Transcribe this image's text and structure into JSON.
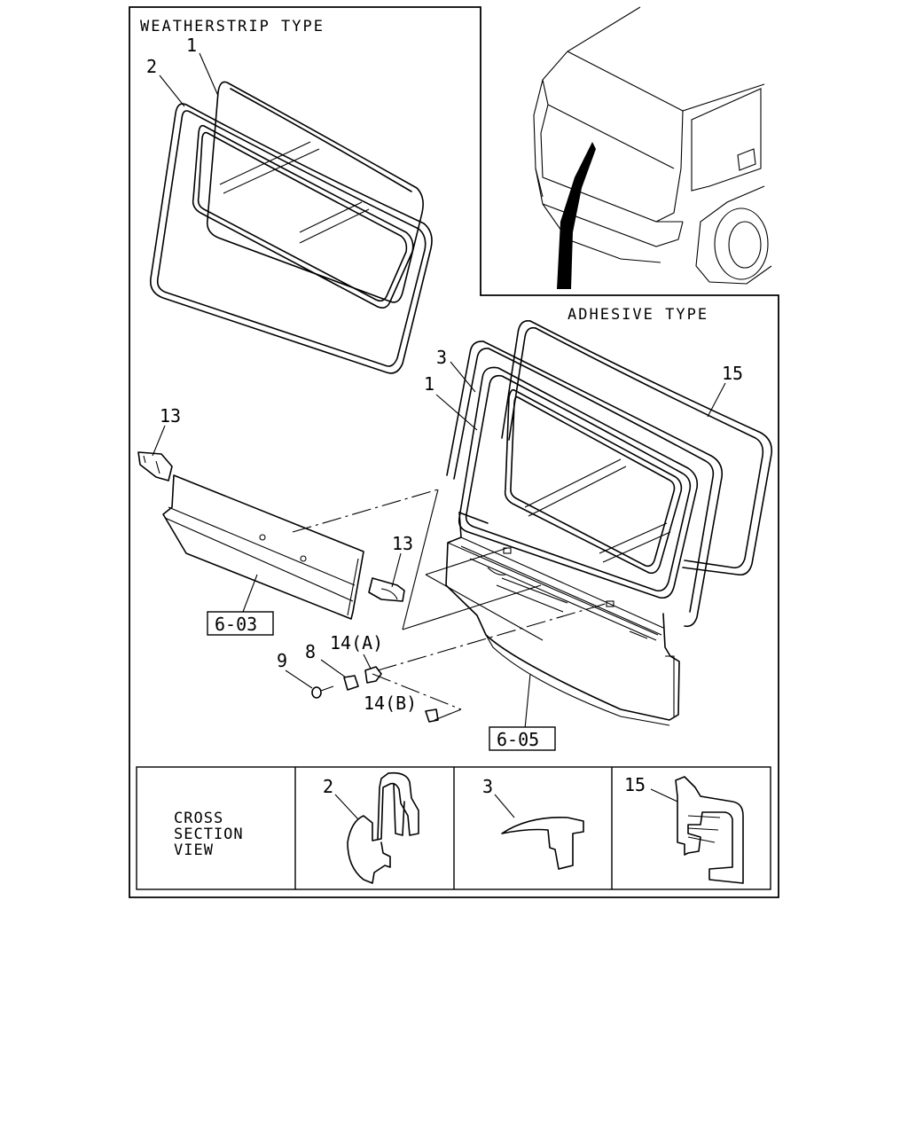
{
  "sections": {
    "weatherstrip_title": "WEATHERSTRIP TYPE",
    "adhesive_title": "ADHESIVE TYPE"
  },
  "callouts": {
    "ws_glass": "1",
    "ws_weatherstrip": "2",
    "ad_dam": "3",
    "ad_glass": "1",
    "ad_seal": "15",
    "cap_left": "13",
    "cap_right": "13",
    "clip": "8",
    "screw": "9",
    "clip_a": "14(A)",
    "clip_b": "14(B)"
  },
  "refs": {
    "panel_left": "6-03",
    "panel_right": "6-05"
  },
  "cross_section": {
    "label_line1": "CROSS",
    "label_line2": "SECTION",
    "label_line3": "VIEW",
    "part_a": "2",
    "part_b": "3",
    "part_c": "15"
  }
}
